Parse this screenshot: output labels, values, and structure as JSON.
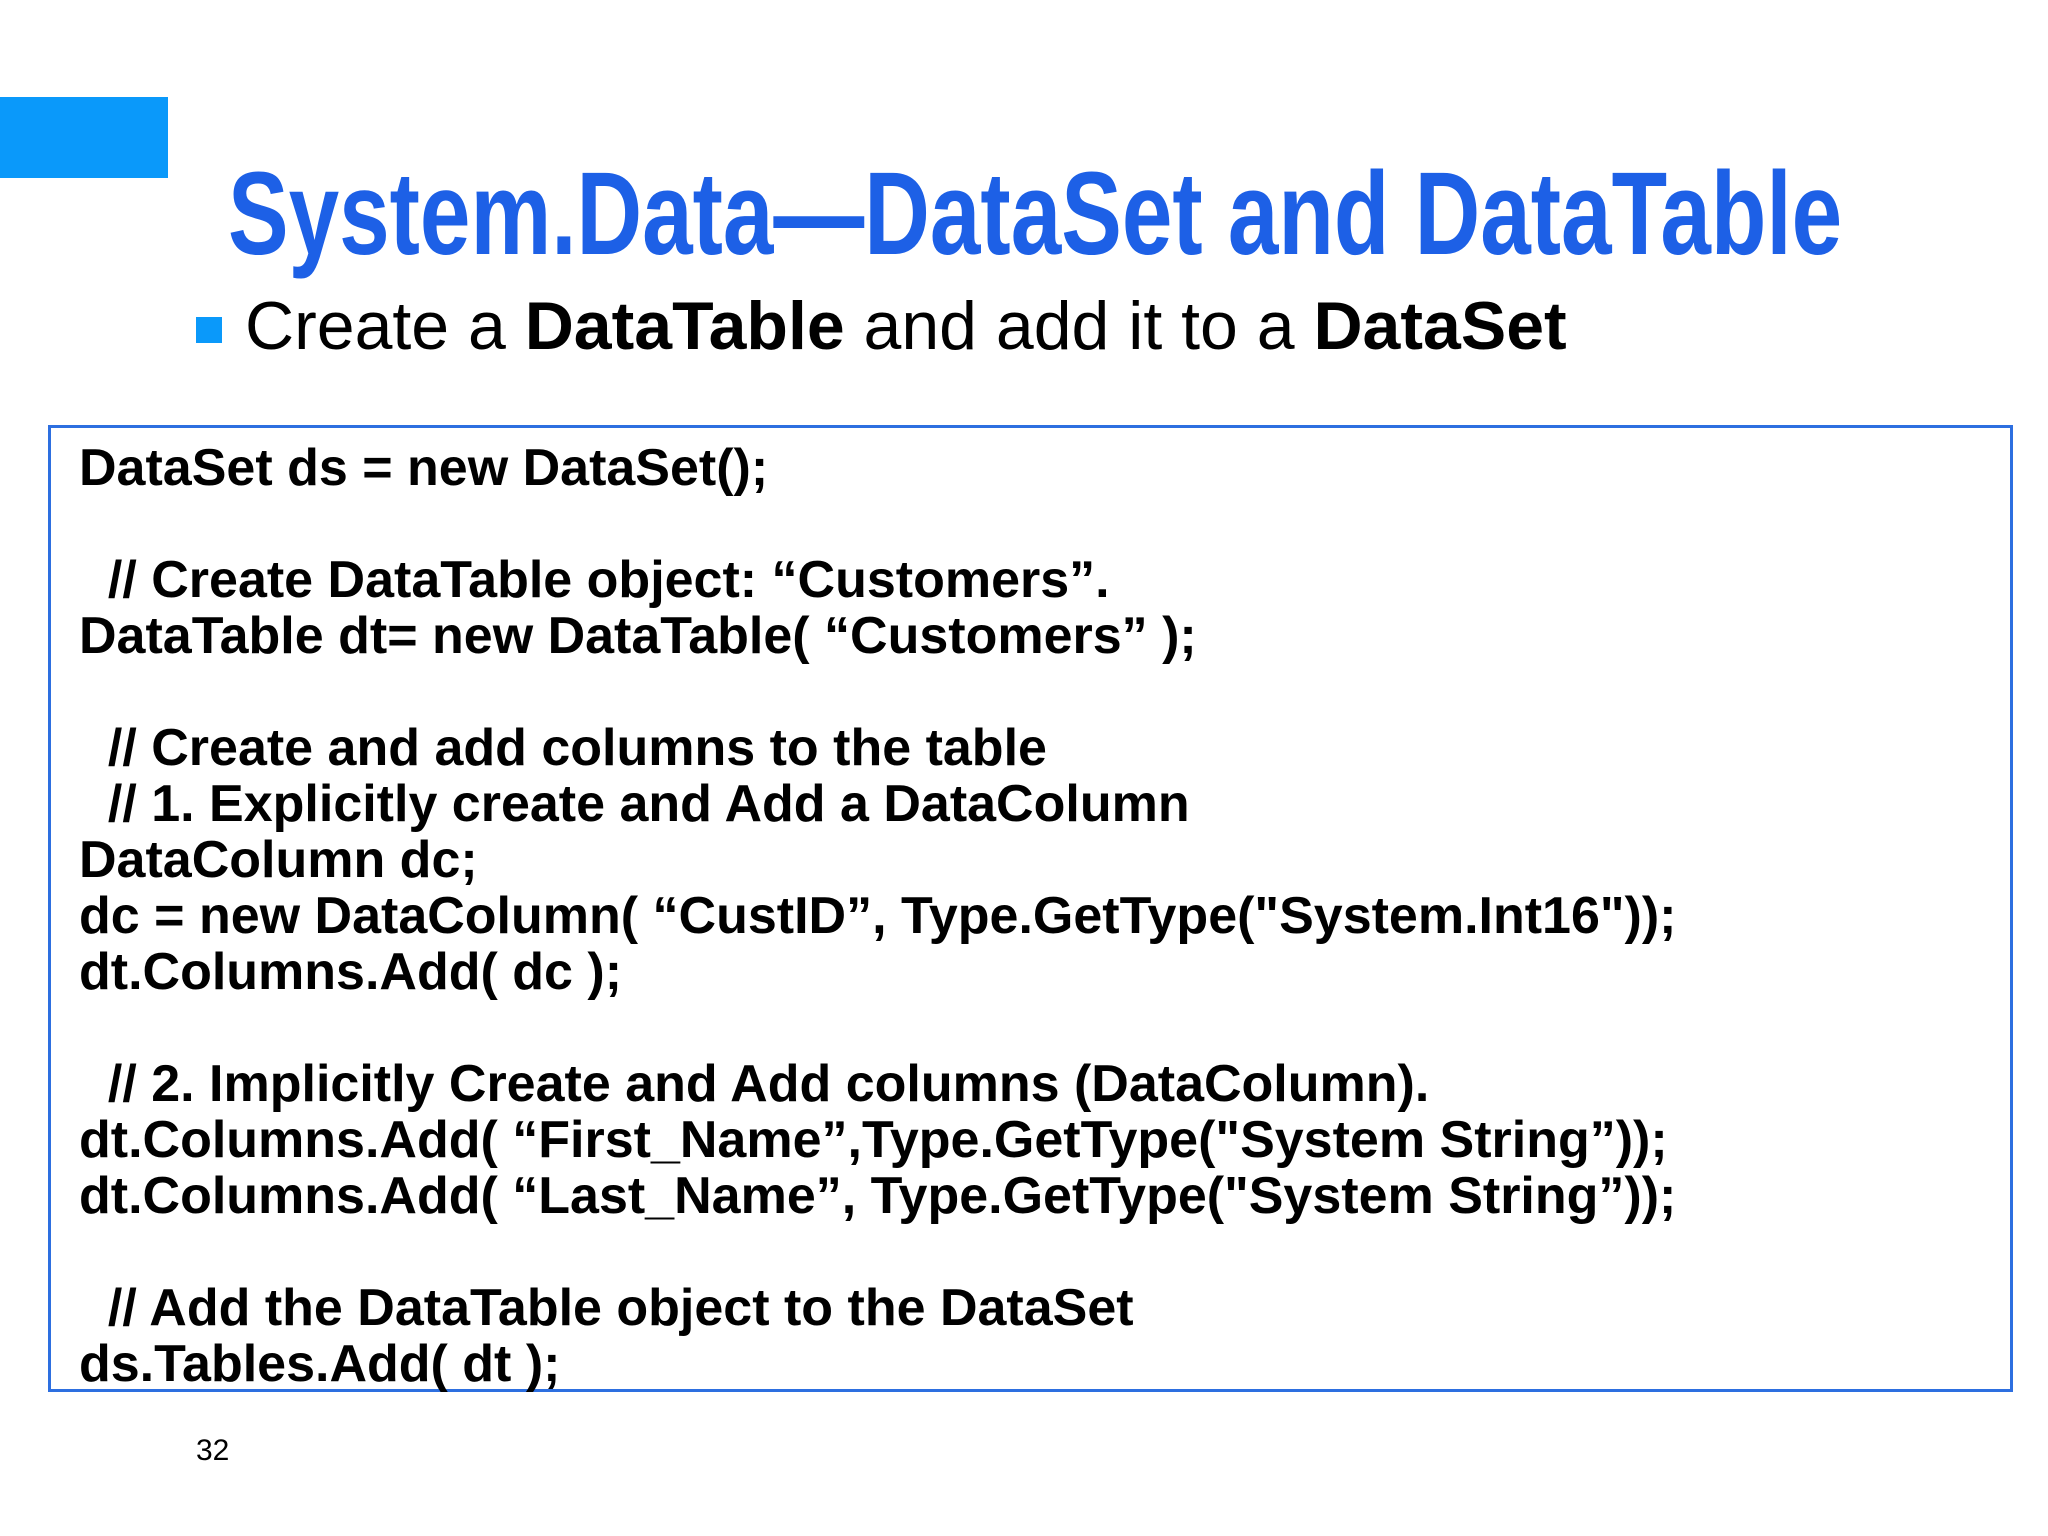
{
  "slide": {
    "title": "System.Data—DataSet and DataTable",
    "bullet": {
      "segments": [
        {
          "text": "Create a ",
          "bold": false
        },
        {
          "text": "DataTable",
          "bold": true
        },
        {
          "text": " and add it to a ",
          "bold": false
        },
        {
          "text": "DataSet",
          "bold": true
        }
      ]
    },
    "code_lines": [
      "DataSet ds = new DataSet();",
      "",
      "  // Create DataTable object: “Customers”.",
      "DataTable dt= new DataTable( “Customers” );",
      "",
      "  // Create and add columns to the table",
      "  // 1. Explicitly create and Add a DataColumn",
      "DataColumn dc;",
      "dc = new DataColumn( “CustID”, Type.GetType(\"System.Int16\"));",
      "dt.Columns.Add( dc );",
      "",
      "  // 2. Implicitly Create and Add columns (DataColumn).",
      "dt.Columns.Add( “First_Name”,Type.GetType(\"System String”));",
      "dt.Columns.Add( “Last_Name”, Type.GetType(\"System String”));",
      "",
      "  // Add the DataTable object to the DataSet",
      "ds.Tables.Add( dt );"
    ],
    "page_number": "32",
    "colors": {
      "title_text": "#1d60e6",
      "accent_bar": "#0a99fa",
      "bullet_square": "#0a99fa",
      "code_border": "#2d6fe0",
      "body_text": "#000000",
      "background": "#ffffff"
    }
  }
}
